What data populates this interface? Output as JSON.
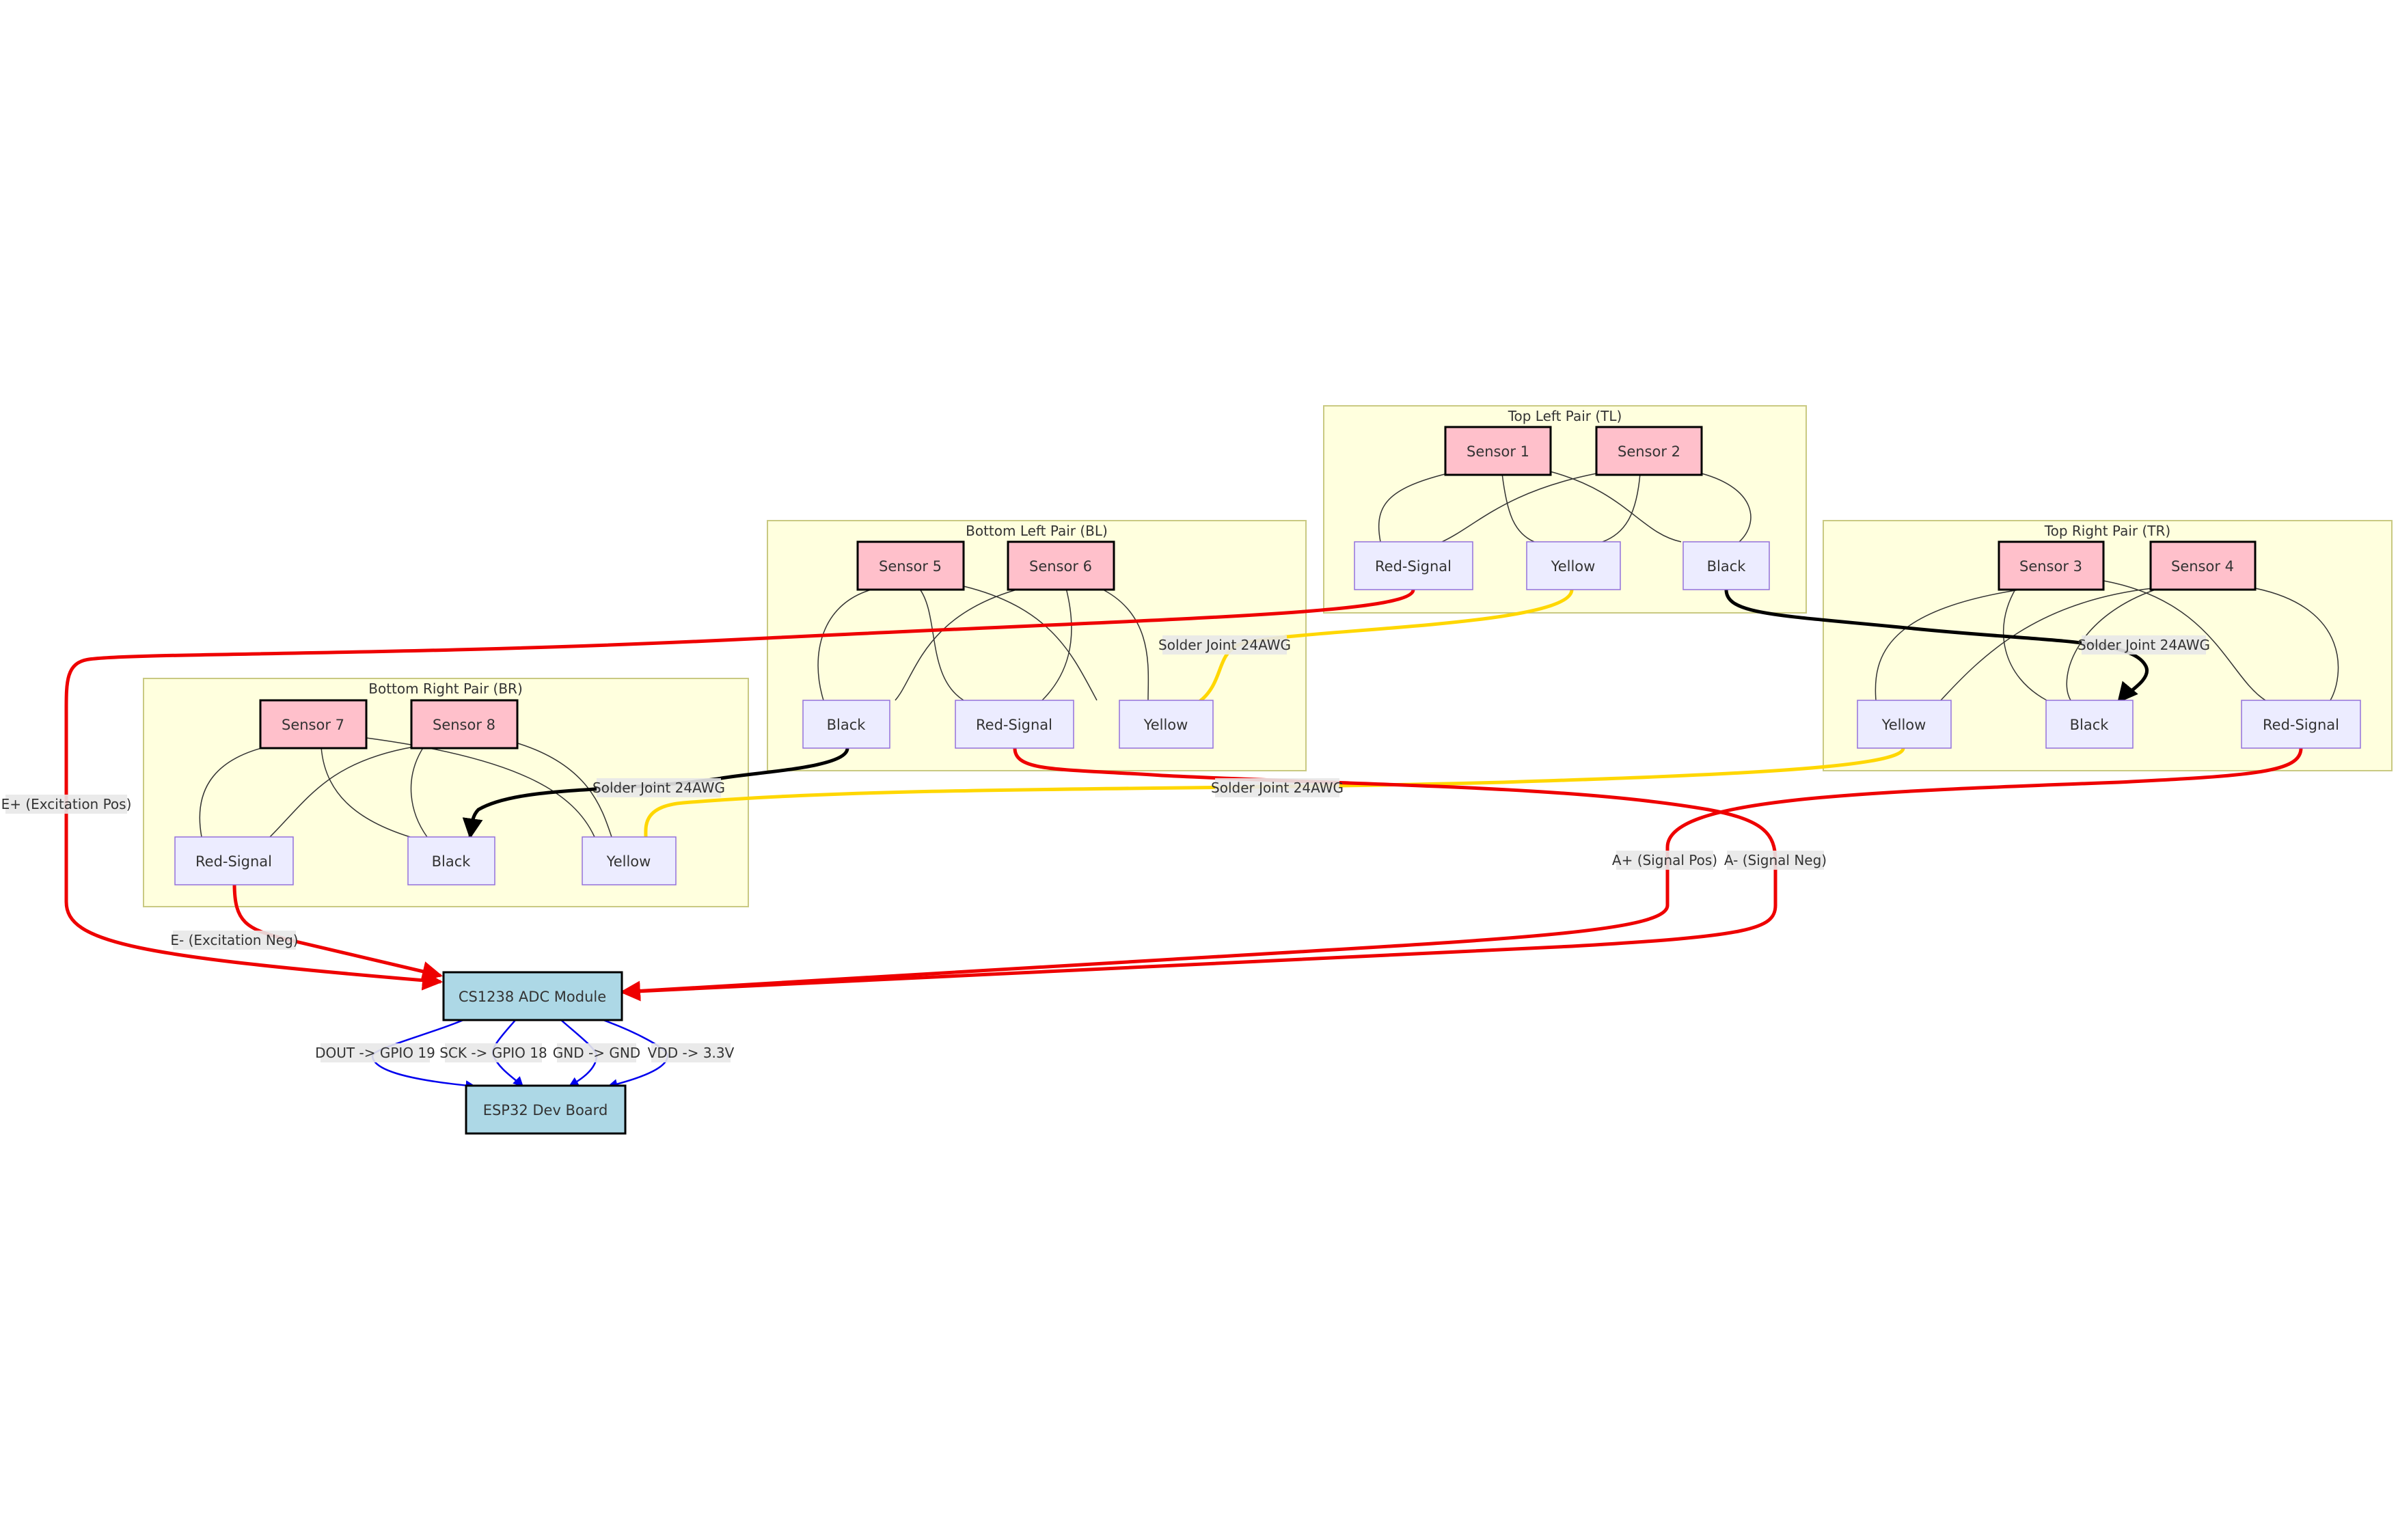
{
  "colors": {
    "sensor_fill": "#ffc0cb",
    "sensor_stroke": "#000000",
    "wire_fill": "#ececff",
    "wire_stroke": "#9370db",
    "module_fill": "#add8e6",
    "module_stroke": "#000000",
    "cluster_fill": "#ffffde",
    "cluster_stroke": "#c9c982",
    "red_wire": "#ee0000",
    "yellow_wire": "#ffd700",
    "black_wire": "#000000",
    "digital_wire": "#0000ee",
    "thin_link": "#333333"
  },
  "clusters": {
    "tl": {
      "title": "Top Left Pair (TL)"
    },
    "bl": {
      "title": "Bottom Left Pair (BL)"
    },
    "tr": {
      "title": "Top Right Pair (TR)"
    },
    "br": {
      "title": "Bottom Right Pair (BR)"
    }
  },
  "nodes": {
    "s1": "Sensor 1",
    "s2": "Sensor 2",
    "s3": "Sensor 3",
    "s4": "Sensor 4",
    "s5": "Sensor 5",
    "s6": "Sensor 6",
    "s7": "Sensor 7",
    "s8": "Sensor 8",
    "tl_red": "Red-Signal",
    "tl_yellow": "Yellow",
    "tl_black": "Black",
    "bl_black": "Black",
    "bl_red": "Red-Signal",
    "bl_yellow": "Yellow",
    "tr_yellow": "Yellow",
    "tr_black": "Black",
    "tr_red": "Red-Signal",
    "br_red": "Red-Signal",
    "br_black": "Black",
    "br_yellow": "Yellow",
    "adc": "CS1238 ADC Module",
    "esp": "ESP32 Dev Board"
  },
  "edge_labels": {
    "solder_tl_bl": "Solder Joint 24AWG",
    "solder_tl_tr": "Solder Joint 24AWG",
    "solder_bl_br": "Solder Joint 24AWG",
    "solder_tr_br": "Solder Joint 24AWG",
    "e_pos": "E+ (Excitation Pos)",
    "e_neg": "E- (Excitation Neg)",
    "a_pos": "A+ (Signal Pos)",
    "a_neg": "A- (Signal Neg)",
    "dout": "DOUT -> GPIO 19",
    "sck": "SCK -> GPIO 18",
    "gnd": "GND -> GND",
    "vdd": "VDD -> 3.3V"
  }
}
